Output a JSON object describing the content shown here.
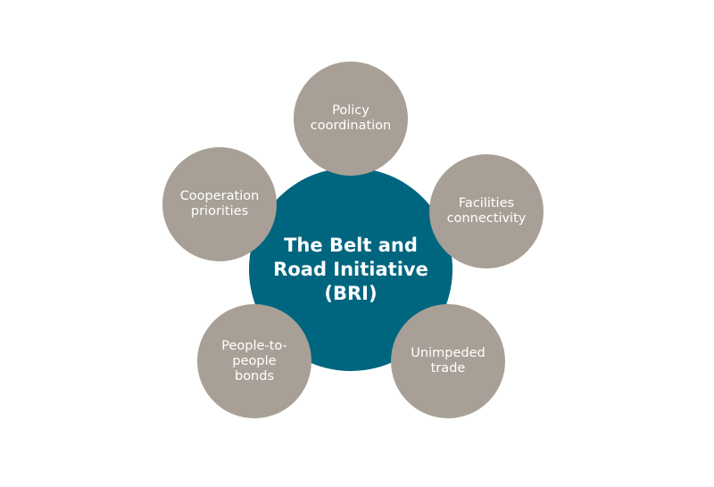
{
  "center": {
    "label": "The Belt and\nRoad Initiative\n(BRI)",
    "color": "#00667f"
  },
  "satellites": [
    {
      "label": "Policy\ncoordination"
    },
    {
      "label": "Facilities\nconnectivity"
    },
    {
      "label": "Unimpeded\ntrade"
    },
    {
      "label": "People-to-\npeople\nbonds"
    },
    {
      "label": "Cooperation\npriorities"
    }
  ],
  "satellite_color": "#a8a096"
}
